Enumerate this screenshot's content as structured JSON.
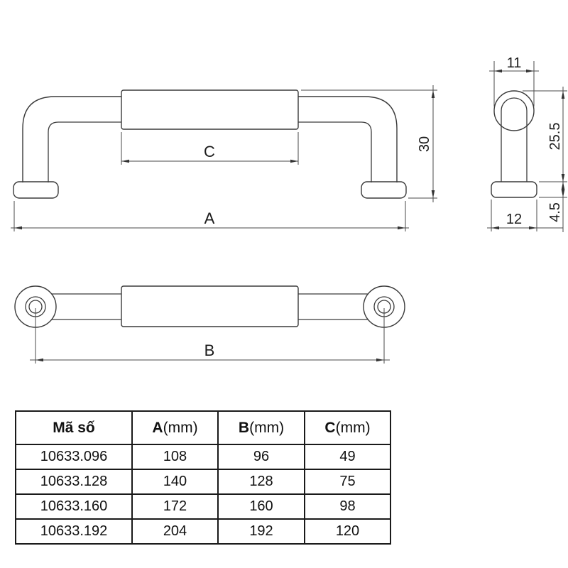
{
  "drawing": {
    "front_view": {
      "dim_grip": "C",
      "dim_width": "A",
      "dim_height": "30"
    },
    "side_view": {
      "dim_top_width": "11",
      "dim_height": "25.5",
      "dim_foot_height": "4.5",
      "dim_foot_width": "12"
    },
    "top_view": {
      "dim_span": "B"
    }
  },
  "table": {
    "headers": [
      {
        "label": "Mã số"
      },
      {
        "letter": "A",
        "suffix": "(mm)"
      },
      {
        "letter": "B",
        "suffix": "(mm)"
      },
      {
        "letter": "C",
        "suffix": "(mm)"
      }
    ],
    "rows": [
      {
        "code": "10633.096",
        "a": "108",
        "b": "96",
        "c": "49"
      },
      {
        "code": "10633.128",
        "a": "140",
        "b": "128",
        "c": "75"
      },
      {
        "code": "10633.160",
        "a": "172",
        "b": "160",
        "c": "98"
      },
      {
        "code": "10633.192",
        "a": "204",
        "b": "192",
        "c": "120"
      }
    ]
  },
  "colors": {
    "background": "#ffffff",
    "line": "#3a3a3a",
    "dimension_line": "#4a4a4a",
    "text": "#1c1c1c",
    "table_border": "#1a1a1a"
  }
}
